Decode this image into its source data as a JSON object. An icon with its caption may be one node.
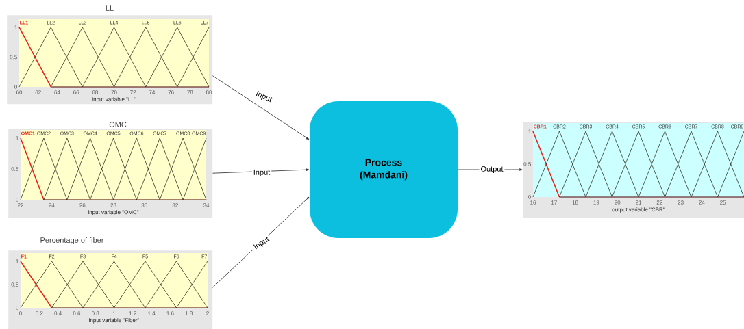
{
  "diagram": {
    "nodes": [
      {
        "text": [
          "LL",
          "LL1",
          "LL2",
          "LL3",
          "LL4",
          "LL5",
          "LL6",
          "LL7",
          "1",
          "0.5",
          "0",
          "60",
          "62",
          "64",
          "66",
          "68",
          "70",
          "72",
          "74",
          "76",
          "78",
          "80",
          "input variable \"LL\""
        ]
      },
      {
        "text": [
          "OMC",
          "OMC1",
          "OMC2",
          "OMC3",
          "OMC4",
          "OMC5",
          "OMC6",
          "OMC7",
          "OMC8",
          "OMC9",
          "1",
          "0.5",
          "0",
          "22",
          "24",
          "26",
          "28",
          "30",
          "32",
          "34",
          "input variable \"OMC\""
        ]
      },
      {
        "text": [
          "Percentage of fiber",
          "F1",
          "F2",
          "F3",
          "F4",
          "F5",
          "F6",
          "F7",
          "1",
          "0.5",
          "0",
          "0",
          "0.2",
          "0.4",
          "0.6",
          "0.8",
          "1",
          "1.2",
          "1.4",
          "1.6",
          "1.8",
          "2",
          "input variable \"Fiber\""
        ]
      },
      {
        "text": [
          "CBR1",
          "CBR2",
          "CBR3",
          "CBR4",
          "CBR5",
          "CBR6",
          "CBR7",
          "CBR8",
          "CBR9",
          "1",
          "0.5",
          "0",
          "16",
          "17",
          "18",
          "19",
          "20",
          "21",
          "22",
          "23",
          "24",
          "25",
          "output variable \"CBR\""
        ]
      },
      {
        "text": [
          "Process (Mamdani)"
        ]
      }
    ],
    "edges": [
      {
        "from": 0,
        "to": 4,
        "arrow": "to",
        "label": "Input"
      },
      {
        "from": 1,
        "to": 4,
        "arrow": "to",
        "label": "Input"
      },
      {
        "from": 2,
        "to": 4,
        "arrow": "to",
        "label": "Input"
      },
      {
        "from": 4,
        "to": 3,
        "arrow": "to",
        "label": "Output"
      }
    ]
  }
}
